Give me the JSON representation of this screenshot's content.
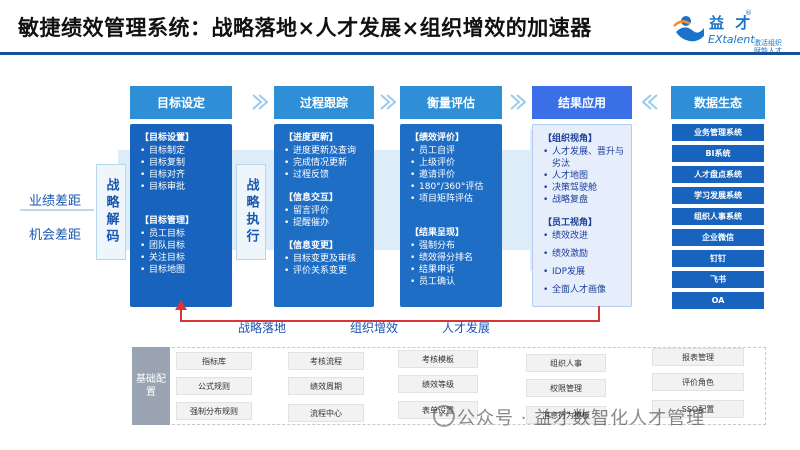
{
  "title": "敏捷绩效管理系统：战略落地×人才发展×组织增效的加速器",
  "logo": {
    "cn": "益 才",
    "reg": "®",
    "en": "EXtalent",
    "tagline_1": "激活组织",
    "tagline_2": "赋能人才"
  },
  "left_labels": [
    "业绩差距",
    "机会差距"
  ],
  "side_boxes": [
    "战略解码",
    "战略执行"
  ],
  "headers": [
    "目标设定",
    "过程跟踪",
    "衡量评估",
    "结果应用",
    "数据生态"
  ],
  "columns": {
    "goal": {
      "group_1_title": "【目标设置】",
      "group_1_items": [
        "目标制定",
        "目标复制",
        "目标对齐",
        "目标审批"
      ],
      "group_2_title": "【目标管理】",
      "group_2_items": [
        "员工目标",
        "团队目标",
        "关注目标",
        "目标地图"
      ]
    },
    "track": {
      "group_1_title": "【进度更新】",
      "group_1_items": [
        "进度更新及查询",
        "完成情况更新",
        "过程反馈"
      ],
      "group_2_title": "【信息交互】",
      "group_2_items": [
        "留言评价",
        "提醒催办"
      ],
      "group_3_title": "【信息变更】",
      "group_3_items": [
        "目标变更及审核",
        "评价关系变更"
      ]
    },
    "measure": {
      "group_1_title": "【绩效评价】",
      "group_1_items": [
        "员工自评",
        "上级评价",
        "邀请评价",
        "180°/360°评估",
        "项目矩阵评估"
      ],
      "group_2_title": "【结果呈现】",
      "group_2_items": [
        "强制分布",
        "绩效得分排名",
        "结果申诉",
        "员工确认"
      ]
    },
    "result": {
      "group_1_title": "【组织视角】",
      "group_1_items": [
        "人才发展、晋升与劣汰",
        "人才地图",
        "决策驾驶舱",
        "战略复盘"
      ],
      "group_2_title": "【员工视角】",
      "group_2_items": [
        "绩效改进",
        "绩效激励",
        "IDP发展",
        "全面人才画像"
      ]
    }
  },
  "ecosystem": [
    "业务管理系统",
    "BI系统",
    "人才盘点系统",
    "学习发展系统",
    "组织人事系统",
    "企业微信",
    "钉钉",
    "飞书",
    "OA"
  ],
  "feedback_labels": [
    "战略落地",
    "组织增效",
    "人才发展"
  ],
  "base": {
    "label": "基础配置",
    "chips": [
      "指标库",
      "公式规则",
      "强制分布规则",
      "考核流程",
      "绩效周期",
      "流程中心",
      "考核模板",
      "绩效等级",
      "表单设置",
      "组织人事",
      "权限管理",
      "消息行为模板",
      "报表管理",
      "评价角色",
      "SSO配置"
    ]
  },
  "watermark": "公众号 · 益才数智化人才管理",
  "colors": {
    "primary_blue": "#1863bd",
    "header_blue": "#2e8fd6",
    "result_header": "#3a6fe8",
    "feedback_red": "#d9343a"
  }
}
